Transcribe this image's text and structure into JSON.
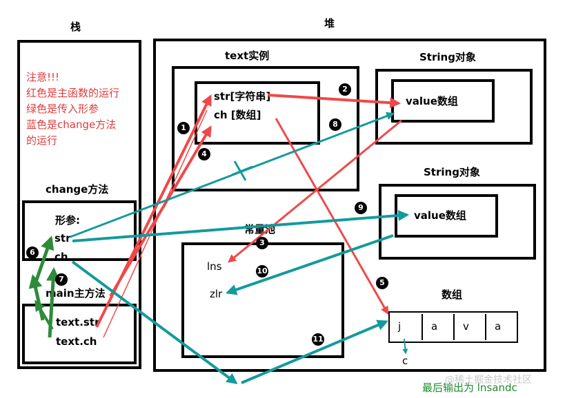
{
  "labels": {
    "stack": "栈",
    "heap": "堆",
    "text_instance": "text实例",
    "string_obj_1": "String对象",
    "string_obj_2": "String对象",
    "value_array_1": "value数组",
    "value_array_2": "value数组",
    "str_field": "str[字符串]",
    "ch_field": "ch [数组]",
    "change_method": "change方法",
    "params": "形参:",
    "param_str": "str",
    "param_ch": "ch",
    "main_method": "main主方法",
    "text_str": "text.str",
    "text_ch": "text.ch",
    "const_pool": "常量池",
    "lns": "lns",
    "zlr": "zlr",
    "array_title": "数组",
    "c_char": "c"
  },
  "note_lines": [
    "注意!!!",
    "红色是主函数的运行",
    "绿色是传入形参",
    "蓝色是change方法",
    "的运行"
  ],
  "array_cells": [
    "j",
    "a",
    "v",
    "a"
  ],
  "badges": [
    "1",
    "2",
    "3",
    "4",
    "5",
    "6",
    "7",
    "8",
    "9",
    "10",
    "11"
  ],
  "footer": "最后输出为 lnsandc",
  "watermark": "@稀土掘金技术社区",
  "colors": {
    "red": "#f04848",
    "green": "#2e8b3a",
    "teal": "#139a9c",
    "note": "#e03a3a"
  }
}
